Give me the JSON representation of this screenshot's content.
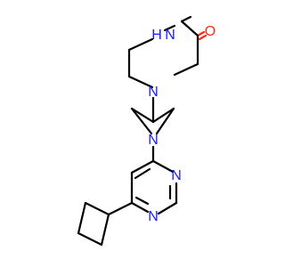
{
  "atoms": {
    "N_amide_H": {
      "label": "H",
      "color": "#1a1aff"
    },
    "N_amide": {
      "label": "N",
      "color": "#1a1aff"
    },
    "O_carbonyl": {
      "label": "O",
      "color": "#ff2a1a"
    },
    "N_piperazine_4": {
      "label": "N",
      "color": "#1a1aff"
    },
    "N_azetidine": {
      "label": "N",
      "color": "#1a1aff"
    },
    "N_pyrimidine_1": {
      "label": "N",
      "color": "#1a1aff"
    },
    "N_pyrimidine_3": {
      "label": "N",
      "color": "#1a1aff"
    }
  }
}
